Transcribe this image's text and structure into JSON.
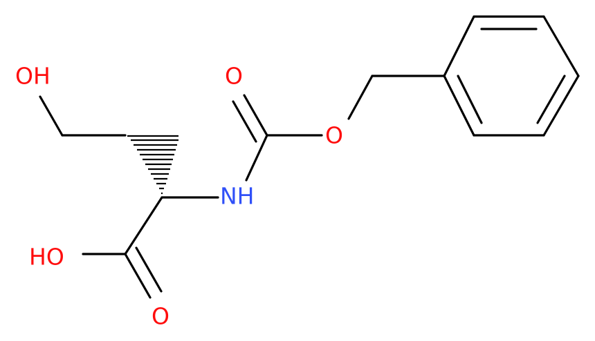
{
  "molecule": {
    "atoms": {
      "hydroxyl_o": "OH",
      "acid_oh": "HO",
      "acid_carbonyl_o": "O",
      "amide_nh": "NH",
      "carbamate_carbonyl_o": "O",
      "ester_o": "O"
    },
    "colors": {
      "oxygen": "#ff0d0d",
      "nitrogen": "#3050f8",
      "carbon_bond": "#000000"
    }
  }
}
